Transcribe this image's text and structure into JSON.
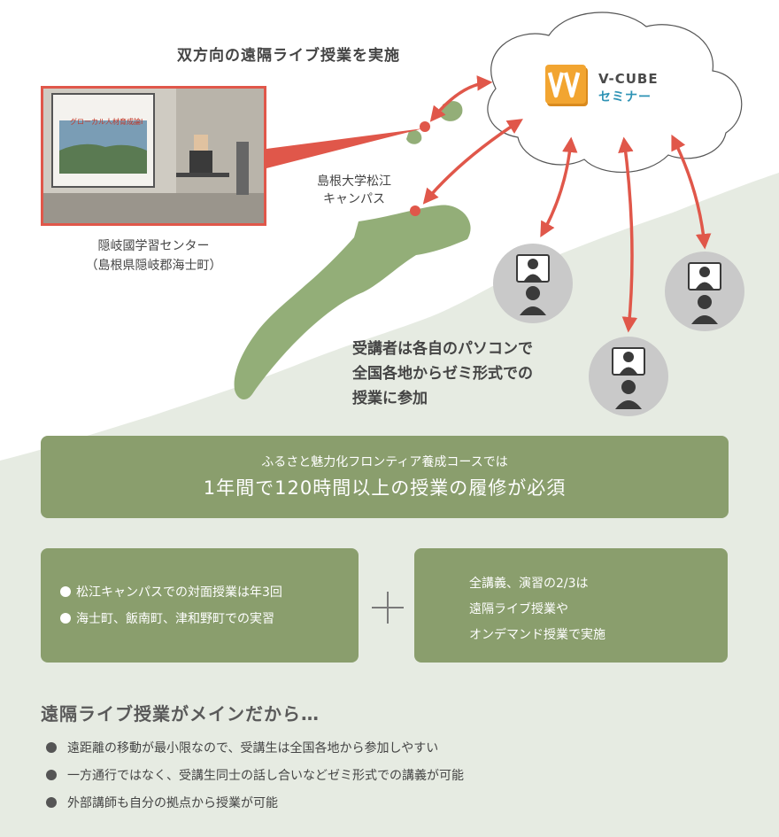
{
  "diagram": {
    "heading": "双方向の遠隔ライブ授業を実施",
    "service": {
      "name": "V-CUBE",
      "subtitle": "セミナー",
      "logo_letters": "VV"
    },
    "classroom_caption": [
      "隠岐國学習センター",
      "（島根県隠岐郡海士町）"
    ],
    "campus_label": [
      "島根大学松江",
      "キャンパス"
    ],
    "photo_slide_title": "グローカル人材育成論Ⅰ",
    "learners_text": [
      "受講者は各自のパソコンで",
      "全国各地からゼミ形式での",
      "授業に参加"
    ],
    "colors": {
      "arrow": "#e0574a",
      "box": "#8a9e6d",
      "map": "#e6ebe2",
      "shimane": "#93ae78",
      "brand": "#2e93b5"
    }
  },
  "banner": {
    "subtitle": "ふるさと魅力化フロンティア養成コースでは",
    "title": "1年間で120時間以上の授業の履修が必須"
  },
  "left_box": {
    "items": [
      "松江キャンパスでの対面授業は年3回",
      "海士町、飯南町、津和野町での実習"
    ]
  },
  "right_box": {
    "lines": [
      "全講義、演習の2/3は",
      "遠隔ライブ授業や",
      "オンデマンド授業で実施"
    ]
  },
  "reasons": {
    "title": "遠隔ライブ授業がメインだから…",
    "items": [
      "遠距離の移動が最小限なので、受講生は全国各地から参加しやすい",
      "一方通行ではなく、受講生同士の話し合いなどゼミ形式での講義が可能",
      "外部講師も自分の拠点から授業が可能"
    ]
  }
}
